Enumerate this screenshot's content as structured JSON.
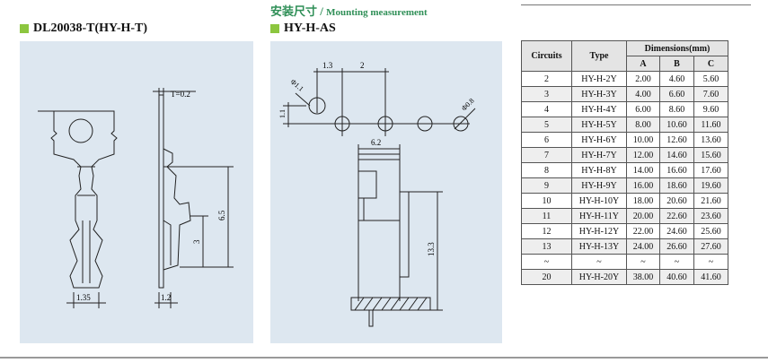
{
  "header": {
    "title_cn": "安装尺寸 /",
    "title_en": "Mounting measurement"
  },
  "left_section": {
    "label": "DL20038-T(HY-H-T)"
  },
  "middle_section": {
    "label": "HY-H-AS"
  },
  "left_drawing": {
    "thickness_label": "T=0.2",
    "dim_6_5": "6.5",
    "dim_3": "3",
    "dim_1_35": "1.35",
    "dim_1_2": "1.2"
  },
  "middle_drawing": {
    "dim_1_3": "1.3",
    "dim_2": "2",
    "dim_phi_1_1": "Φ1.1",
    "dim_1_1": "1.1",
    "dim_phi_0_8": "Φ0.8",
    "dim_6_2": "6.2",
    "dim_13_3": "13.3"
  },
  "table": {
    "headers": {
      "circuits": "Circuits",
      "type": "Type",
      "dimensions": "Dimensions(mm)",
      "a": "A",
      "b": "B",
      "c": "C"
    },
    "rows": [
      [
        "2",
        "HY-H-2Y",
        "2.00",
        "4.60",
        "5.60"
      ],
      [
        "3",
        "HY-H-3Y",
        "4.00",
        "6.60",
        "7.60"
      ],
      [
        "4",
        "HY-H-4Y",
        "6.00",
        "8.60",
        "9.60"
      ],
      [
        "5",
        "HY-H-5Y",
        "8.00",
        "10.60",
        "11.60"
      ],
      [
        "6",
        "HY-H-6Y",
        "10.00",
        "12.60",
        "13.60"
      ],
      [
        "7",
        "HY-H-7Y",
        "12.00",
        "14.60",
        "15.60"
      ],
      [
        "8",
        "HY-H-8Y",
        "14.00",
        "16.60",
        "17.60"
      ],
      [
        "9",
        "HY-H-9Y",
        "16.00",
        "18.60",
        "19.60"
      ],
      [
        "10",
        "HY-H-10Y",
        "18.00",
        "20.60",
        "21.60"
      ],
      [
        "11",
        "HY-H-11Y",
        "20.00",
        "22.60",
        "23.60"
      ],
      [
        "12",
        "HY-H-12Y",
        "22.00",
        "24.60",
        "25.60"
      ],
      [
        "13",
        "HY-H-13Y",
        "24.00",
        "26.60",
        "27.60"
      ],
      [
        "~",
        "~",
        "~",
        "~",
        "~"
      ],
      [
        "20",
        "HY-H-20Y",
        "38.00",
        "40.60",
        "41.60"
      ]
    ]
  },
  "colors": {
    "heading_green": "#2f8f57",
    "square_green": "#8cc63f",
    "panel_bg": "#dde7f0"
  }
}
